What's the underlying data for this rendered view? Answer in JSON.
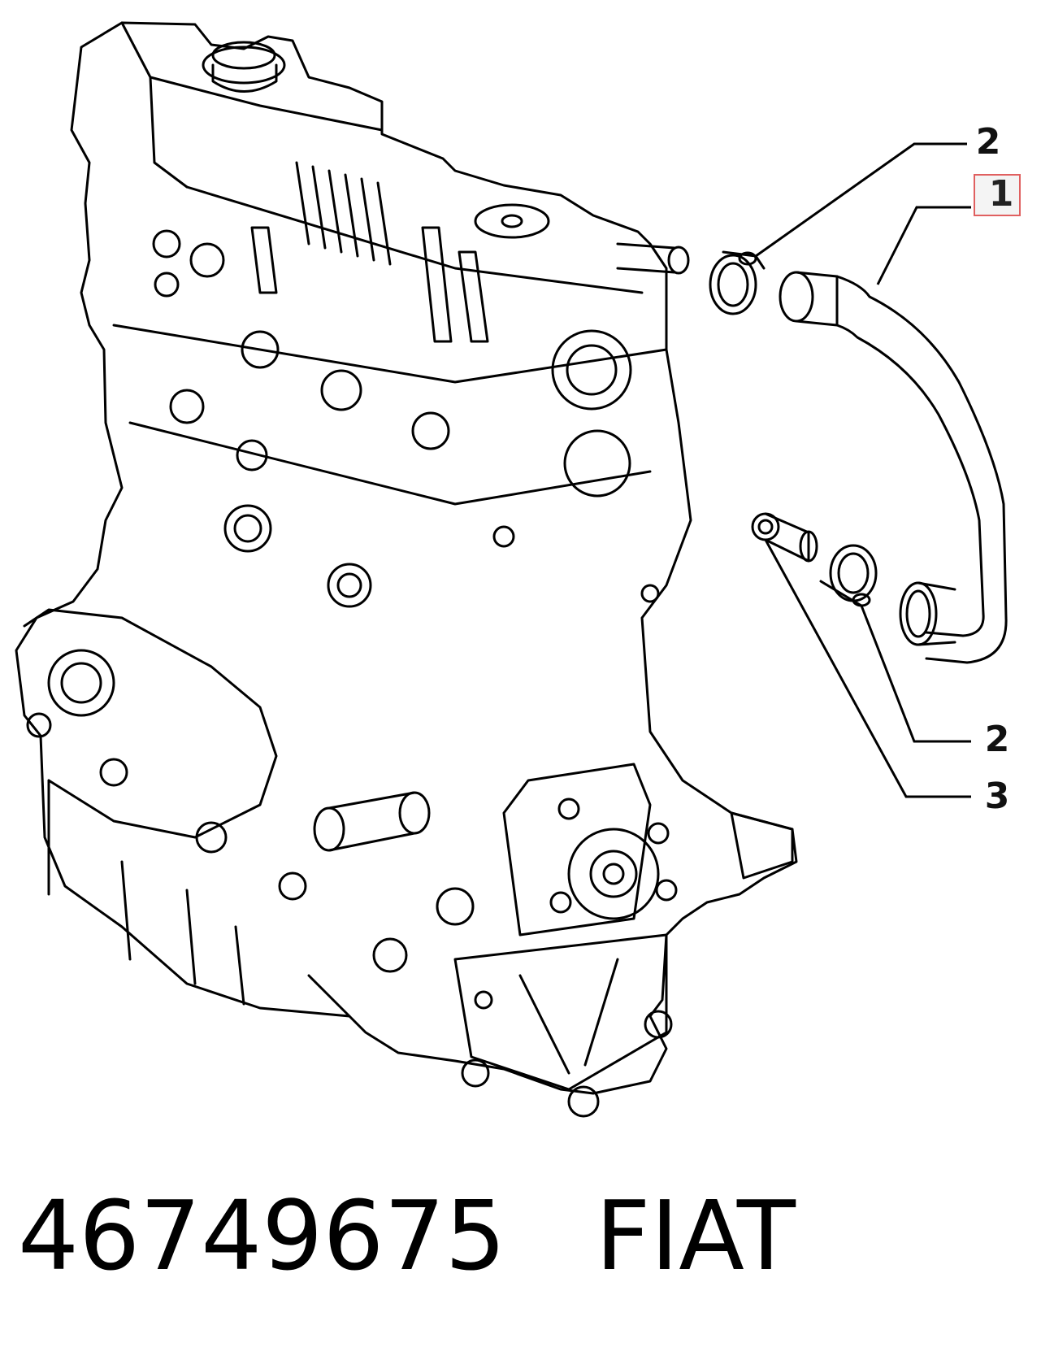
{
  "callouts": [
    {
      "id": "c2a",
      "label": "2",
      "highlighted": false
    },
    {
      "id": "c1",
      "label": "1",
      "highlighted": true
    },
    {
      "id": "c2b",
      "label": "2",
      "highlighted": false
    },
    {
      "id": "c3",
      "label": "3",
      "highlighted": false
    }
  ],
  "caption": {
    "part_number": "46749675",
    "brand": "FIAT"
  },
  "colors": {
    "line": "#000000",
    "highlight_box_border": "#e06060",
    "highlight_box_fill": "#f4f4f4"
  }
}
